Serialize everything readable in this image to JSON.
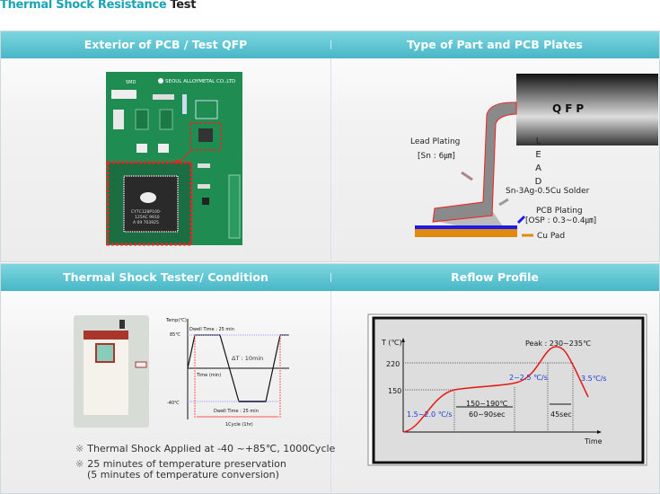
{
  "title": {
    "main": "Thermal Shock Resistance",
    "suffix": "Test"
  },
  "panels": {
    "exterior": {
      "header": "Exterior of PCB / Test QFP",
      "board_label": "SEOUL ALLOYMETAL CO.,LTD",
      "smd": "SMD",
      "chip_text1": "CY7C128P100-",
      "chip_text2": "125AC 9910",
      "chip_text3": "A 09 703925"
    },
    "part_type": {
      "header": "Type of Part and PCB Plates",
      "qfp": "QFP",
      "lead": "LEAD",
      "lead_plating": "Lead Plating",
      "lead_plating_spec": "[Sn : 6㎛]",
      "solder": "Sn-3Ag-0.5Cu Solder",
      "pcb_plating": "PCB Plating",
      "pcb_plating_spec": "[OSP : 0.3~0.4㎛]",
      "cu_pad": "Cu Pad"
    },
    "tester": {
      "header": "Thermal Shock Tester/ Condition",
      "y_label": "Temp(℃)",
      "high": "85℃",
      "low": "-40℃",
      "dwell_top": "Dwell Time : 25 min",
      "dwell_bottom": "Dwell Time : 25 min",
      "delta": "ΔT : 10min",
      "x_label": "Time (min)",
      "cycle": "1Cycle (1hr)",
      "note_mark": "※",
      "note1": "Thermal Shock Applied at -40 ~+85℃, 1000Cycle",
      "note2a": "25 minutes of temperature preservation",
      "note2b": "(5 minutes of temperature conversion)"
    },
    "reflow": {
      "header": "Reflow Profile",
      "y_label": "T (℃)",
      "x_label": "Time",
      "tick_220": "220",
      "tick_150": "150",
      "peak": "Peak : 230~235℃",
      "rate1": "1.5~2.0 ℃/s",
      "rate2": "2~2.5 ℃/s",
      "rate3": "3.5℃/s",
      "soak_temp": "150~190℃",
      "soak_time": "60~90sec",
      "peak_time": "45sec"
    }
  },
  "colors": {
    "accent": "#1aa3b5",
    "curve": "#e81818",
    "rate_text": "#1a3ad8"
  }
}
